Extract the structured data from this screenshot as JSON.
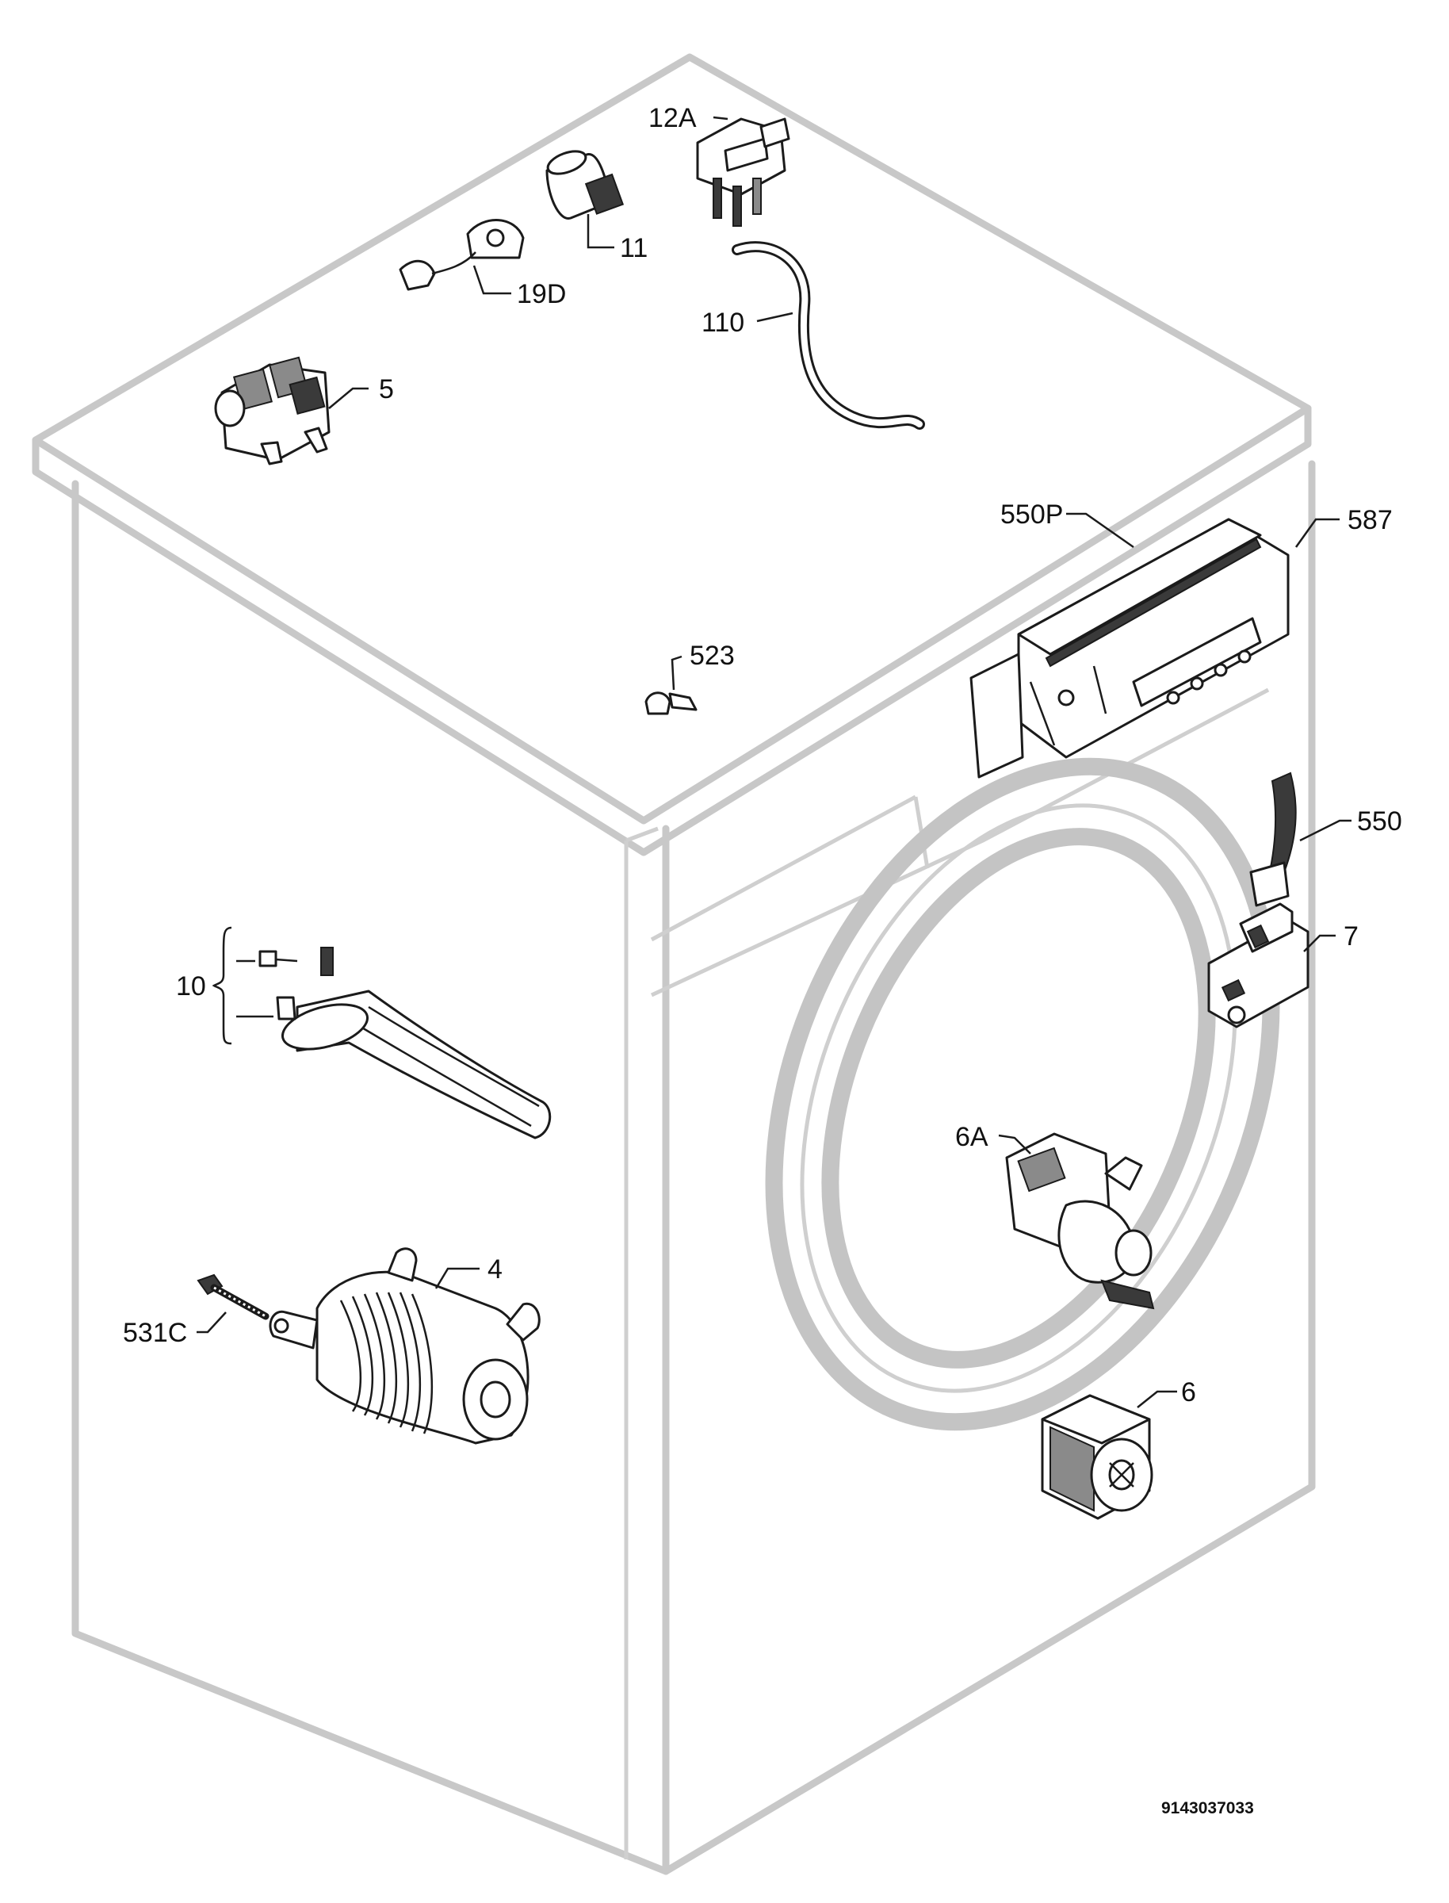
{
  "diagram": {
    "document_number": "9143037033",
    "parts": [
      {
        "id": "p12A",
        "label": "12A",
        "icon": "pressure-switch-icon"
      },
      {
        "id": "p11",
        "label": "11",
        "icon": "capacitor-icon"
      },
      {
        "id": "p19D",
        "label": "19D",
        "icon": "sensor-clip-icon"
      },
      {
        "id": "p110",
        "label": "110",
        "icon": "hose-icon"
      },
      {
        "id": "p5",
        "label": "5",
        "icon": "inlet-valve-icon"
      },
      {
        "id": "p550P",
        "label": "550P",
        "icon": "control-board-icon"
      },
      {
        "id": "p587",
        "label": "587",
        "icon": "board-housing-icon"
      },
      {
        "id": "p523",
        "label": "523",
        "icon": "clip-icon"
      },
      {
        "id": "p550",
        "label": "550",
        "icon": "door-handle-icon"
      },
      {
        "id": "p7",
        "label": "7",
        "icon": "door-lock-icon"
      },
      {
        "id": "p10",
        "label": "10",
        "icon": "heating-element-icon"
      },
      {
        "id": "p6A",
        "label": "6A",
        "icon": "drain-pump-icon"
      },
      {
        "id": "p4",
        "label": "4",
        "icon": "motor-icon"
      },
      {
        "id": "p531C",
        "label": "531C",
        "icon": "bolt-icon"
      },
      {
        "id": "p6",
        "label": "6",
        "icon": "pump-motor-icon"
      }
    ]
  }
}
